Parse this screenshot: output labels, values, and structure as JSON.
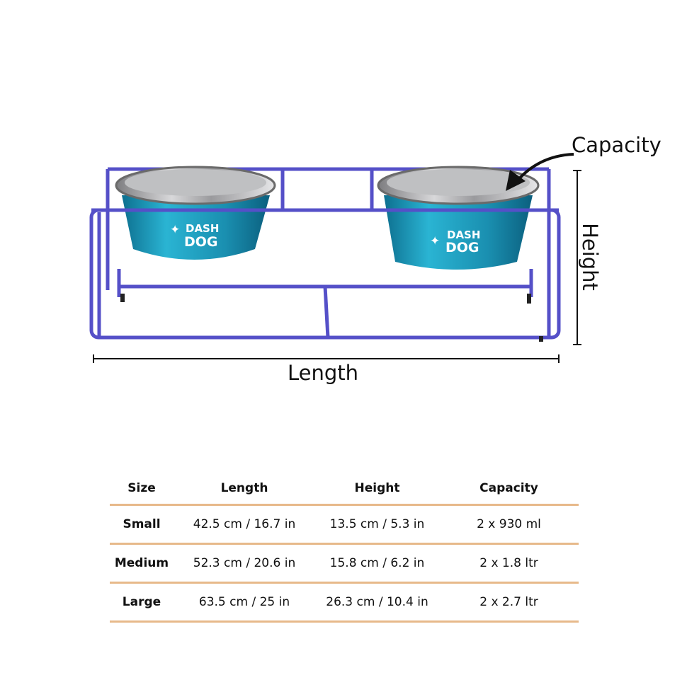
{
  "diagram": {
    "capacity_label": "Capacity",
    "height_label": "Height",
    "length_label": "Length",
    "bowl_brand": "DASH DOG",
    "frame_color": "#5550c8",
    "bowl_color": "#1b95b8",
    "arrow_color": "#111111"
  },
  "table": {
    "headers": [
      "Size",
      "Length",
      "Height",
      "Capacity"
    ],
    "rows": [
      {
        "size": "Small",
        "length": "42.5 cm / 16.7 in",
        "height": "13.5 cm / 5.3 in",
        "capacity": "2 x 930 ml"
      },
      {
        "size": "Medium",
        "length": "52.3 cm / 20.6 in",
        "height": "15.8 cm / 6.2 in",
        "capacity": "2 x 1.8 ltr"
      },
      {
        "size": "Large",
        "length": "63.5 cm / 25 in",
        "height": "26.3 cm / 10.4 in",
        "capacity": "2 x 2.7 ltr"
      }
    ],
    "rule_color": "#e7b98a"
  }
}
